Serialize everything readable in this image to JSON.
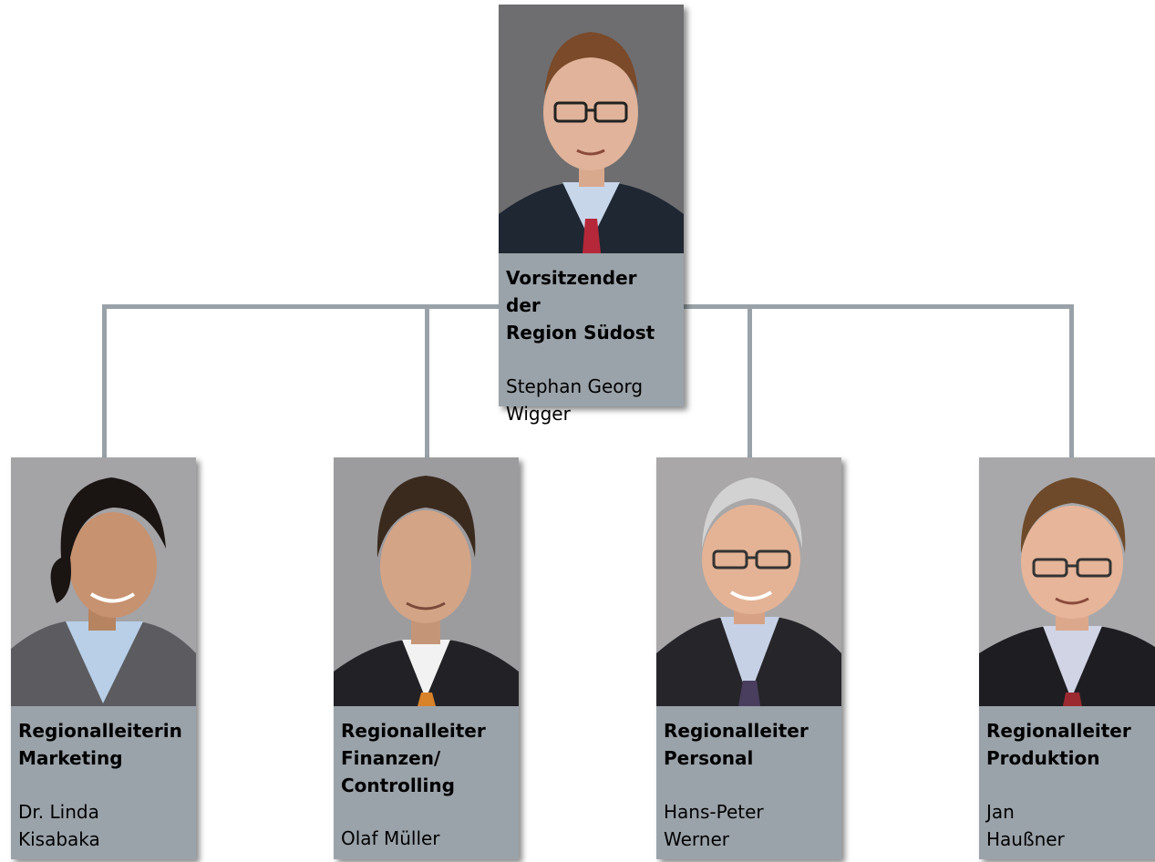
{
  "org_chart": {
    "colors": {
      "connector": "#9aa2a9",
      "caption_bg": "#9ba3aa",
      "photo_bg": "#a6a6a8"
    },
    "top": {
      "role": "Vorsitzender der\nRegion Südost",
      "name": "Stephan Georg\nWigger",
      "portrait": "man-glasses-red-tie-portrait"
    },
    "members": [
      {
        "role": "Regionalleiterin\nMarketing",
        "name": "Dr. Linda\nKisabaka",
        "portrait": "woman-smiling-portrait"
      },
      {
        "role": "Regionalleiter\nFinanzen/\nControlling",
        "name": "Olaf Müller",
        "portrait": "man-dark-suit-portrait"
      },
      {
        "role": "Regionalleiter\nPersonal",
        "name": "Hans-Peter\nWerner",
        "portrait": "older-man-glasses-portrait"
      },
      {
        "role": "Regionalleiter\nProduktion",
        "name": "Jan\nHaußner",
        "portrait": "young-man-glasses-portrait"
      }
    ]
  }
}
